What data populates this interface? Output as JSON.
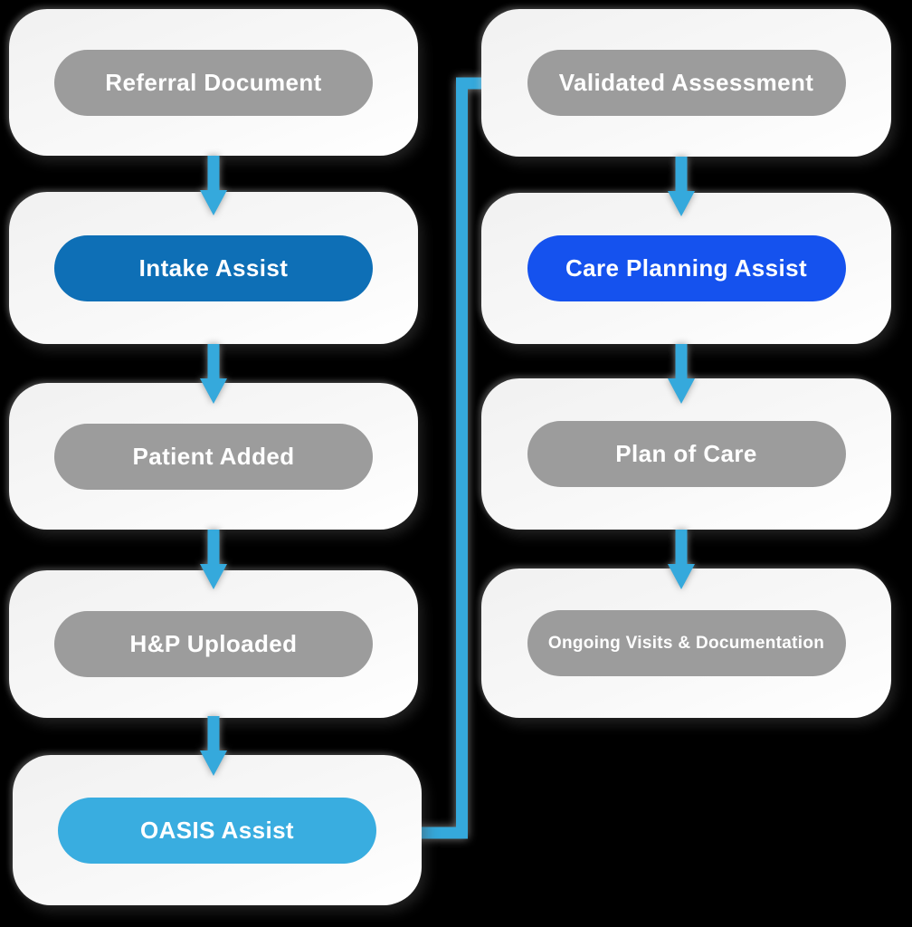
{
  "flow": {
    "title": "Home health care workflow diagram",
    "colors": {
      "background": "#000000",
      "card": "#f7f7f7",
      "gray_pill": "#9c9c9c",
      "dark_blue_pill": "#0e6fb6",
      "royal_blue_pill": "#1552ee",
      "light_blue_pill": "#39ade0",
      "arrow": "#35a9dc",
      "text": "#ffffff"
    },
    "left_column": [
      {
        "label": "Referral Document",
        "variant": "gray"
      },
      {
        "label": "Intake Assist",
        "variant": "dark-blue"
      },
      {
        "label": "Patient Added",
        "variant": "gray"
      },
      {
        "label": "H&P Uploaded",
        "variant": "gray"
      },
      {
        "label": "OASIS Assist",
        "variant": "light-blue"
      }
    ],
    "right_column": [
      {
        "label": "Validated Assessment",
        "variant": "gray"
      },
      {
        "label": "Care Planning Assist",
        "variant": "royal-blue"
      },
      {
        "label": "Plan of Care",
        "variant": "gray"
      },
      {
        "label": "Ongoing Visits & Documentation",
        "variant": "gray"
      }
    ],
    "connector": {
      "from": "OASIS Assist",
      "to": "Validated Assessment",
      "direction": "bottom-left to top-right"
    }
  }
}
